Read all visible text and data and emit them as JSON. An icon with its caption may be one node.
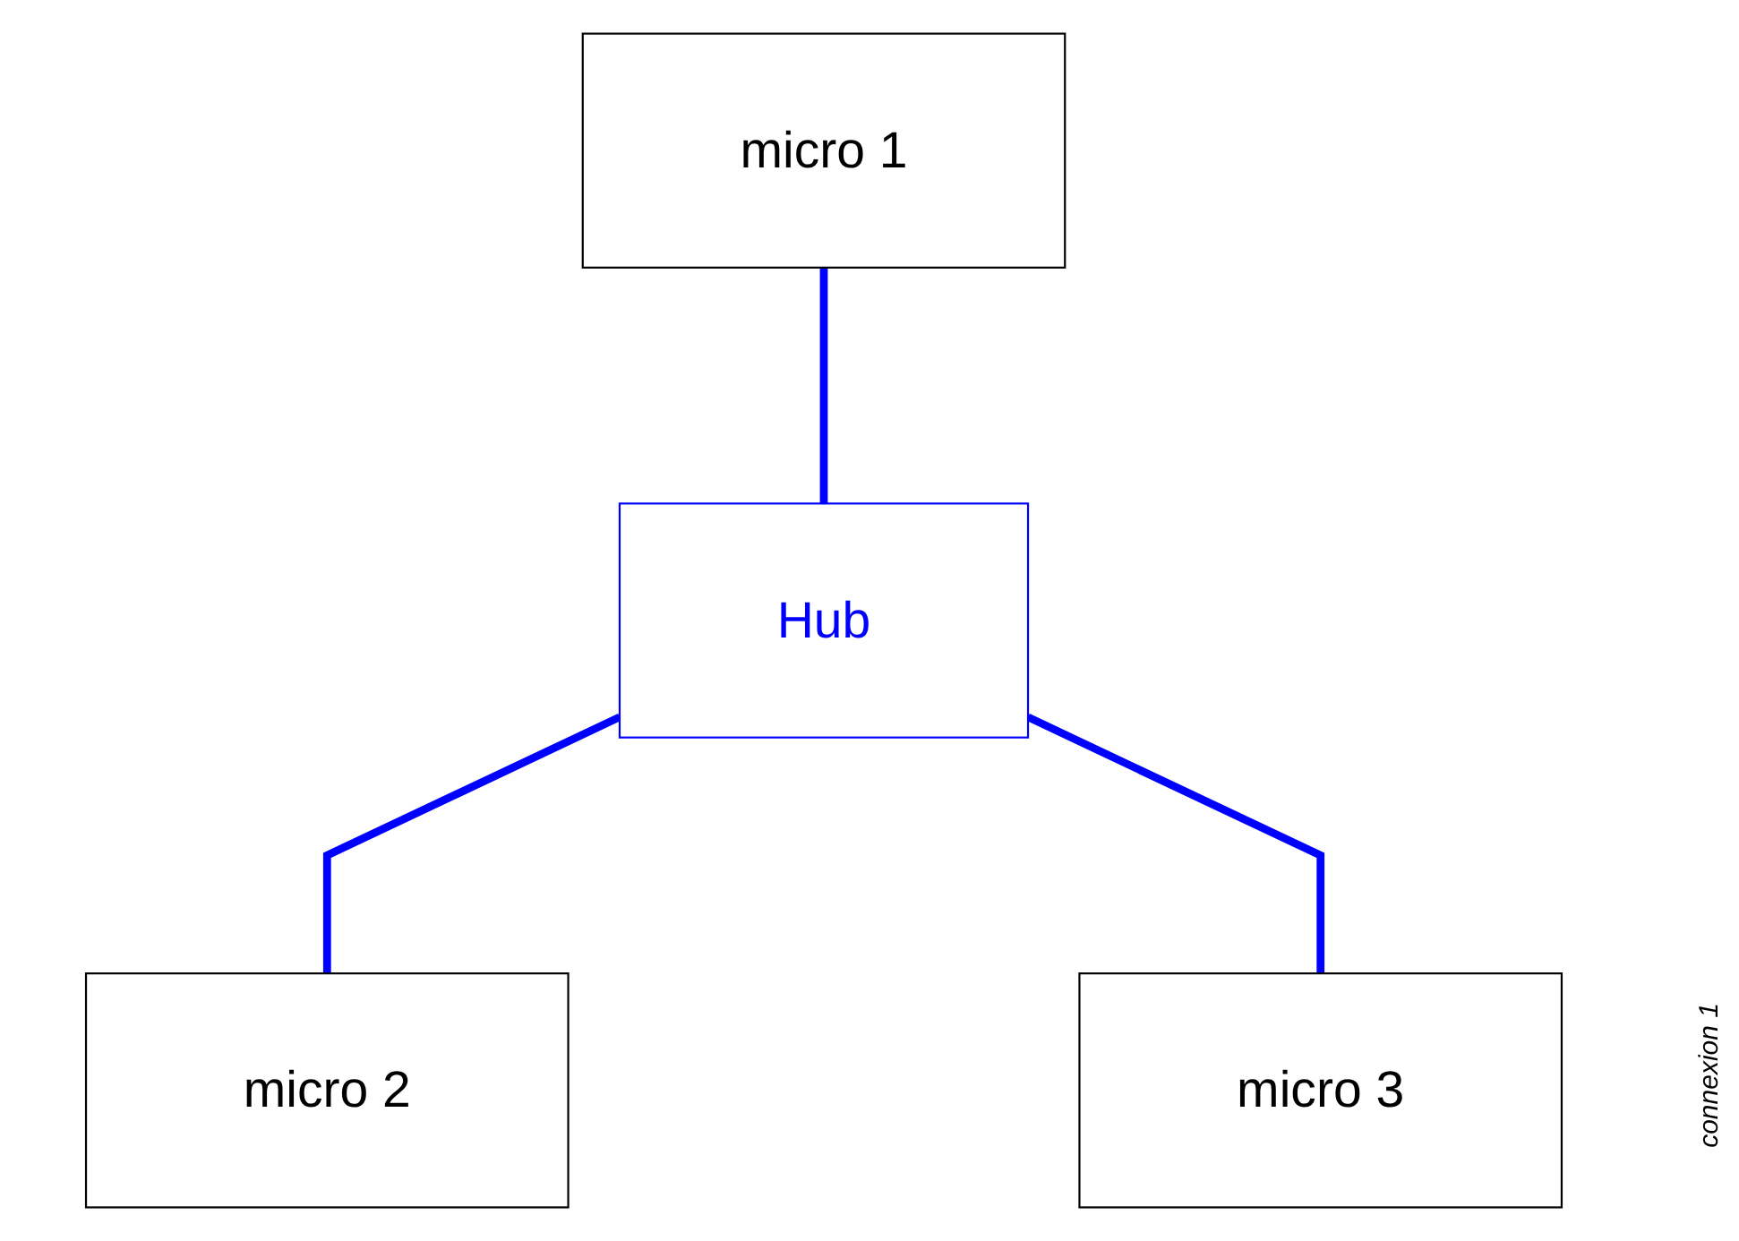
{
  "diagram": {
    "nodes": [
      {
        "text": [
          "micro 1"
        ]
      },
      {
        "text": [
          "Hub"
        ]
      },
      {
        "text": [
          "micro 2"
        ]
      },
      {
        "text": [
          "micro 3"
        ]
      }
    ],
    "edges": [
      {
        "from": 0,
        "to": 1,
        "arrow": "none",
        "color": "#0000ff"
      },
      {
        "from": 1,
        "to": 2,
        "arrow": "none",
        "color": "#0000ff"
      },
      {
        "from": 1,
        "to": 3,
        "arrow": "none",
        "color": "#0000ff"
      }
    ],
    "labels": [
      "connexion 1"
    ]
  }
}
